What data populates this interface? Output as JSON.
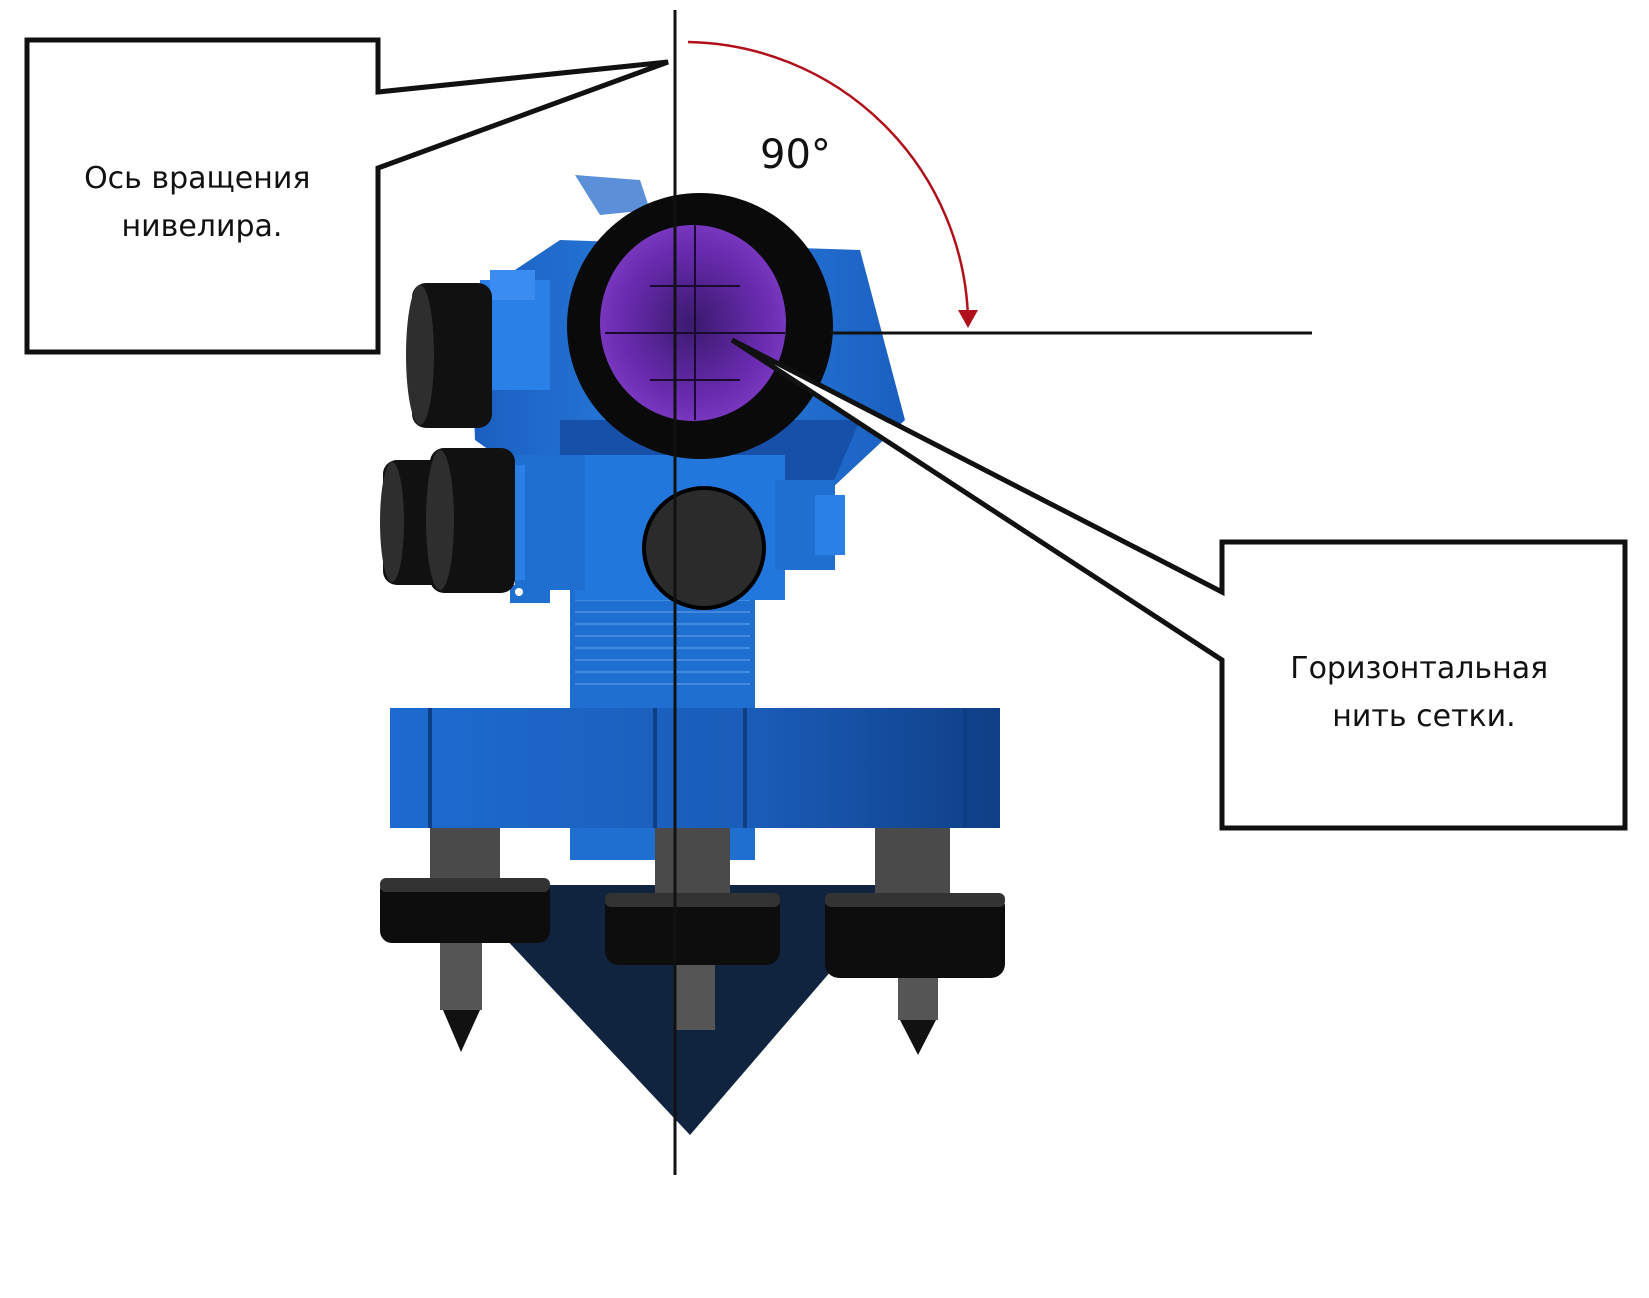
{
  "angle": {
    "label": "90°",
    "color": "#b0101a"
  },
  "callouts": {
    "rotation_axis": {
      "line1": "Ось вращения",
      "line2": "нивелира."
    },
    "horizontal_thread": {
      "line1": "Горизонтальная",
      "line2": "нить сетки."
    }
  },
  "colors": {
    "body_blue": "#1f6fd1",
    "dark_blue": "#0e3f85",
    "lens_purple": "#6a2bb0",
    "base_navy": "#10233f",
    "knob_black": "#111111"
  }
}
